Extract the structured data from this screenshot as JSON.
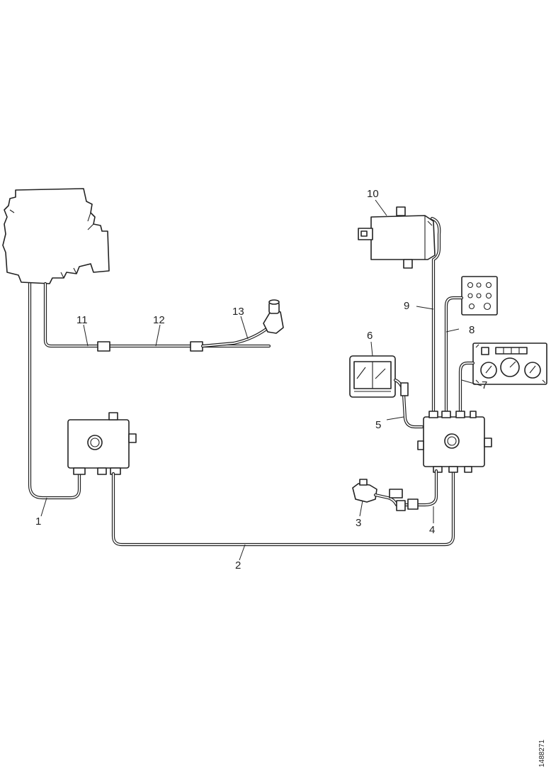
{
  "callouts": {
    "c1": "1",
    "c2": "2",
    "c3": "3",
    "c4": "4",
    "c5": "5",
    "c6": "6",
    "c7": "7",
    "c8": "8",
    "c9": "9",
    "c10": "10",
    "c11": "11",
    "c12": "12",
    "c13": "13"
  },
  "reference_code": "1488271"
}
